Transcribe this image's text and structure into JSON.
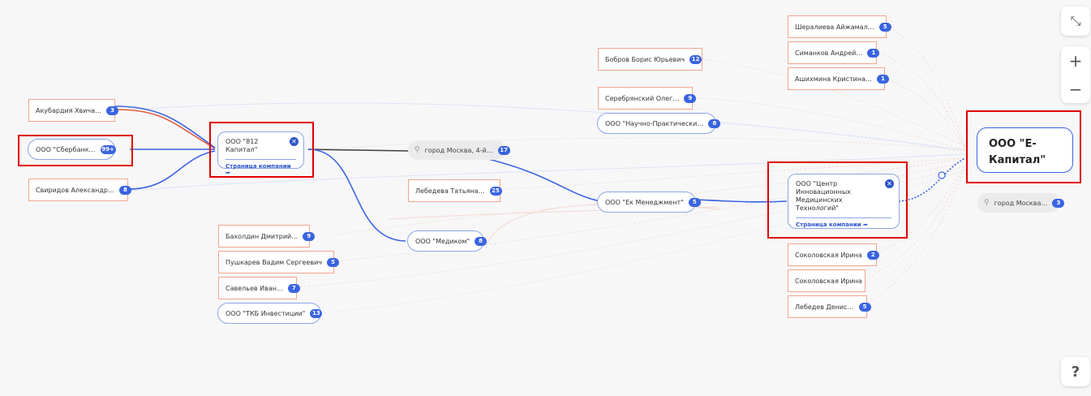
{
  "people_left": [
    {
      "label": "Акубардия Хвича…",
      "badge": "3"
    },
    {
      "label": "Свиридов Александр…",
      "badge": "8"
    }
  ],
  "sberbank": {
    "label": "ООО \"Сбербанк…",
    "badge": "99+"
  },
  "kapital812": {
    "title": "ООО \"812 Капитал\"",
    "link": "Страница компании"
  },
  "address_moscow": {
    "label": "город Москва, 4-й…",
    "badge": "17"
  },
  "lebedeva": {
    "label": "Лебедева Татьяна…",
    "badge": "25"
  },
  "medikom": {
    "label": "ООО \"Медиком\"",
    "badge": "8"
  },
  "people_lower": [
    {
      "label": "Бахолдин Дмитрий…",
      "badge": "9"
    },
    {
      "label": "Пушкарев Вадим Сергеевич",
      "badge": "5"
    },
    {
      "label": "Савельев Иван…",
      "badge": "7"
    }
  ],
  "tkb": {
    "label": "ООО \"ТКБ Инвестиции\"",
    "badge": "13"
  },
  "people_mid": [
    {
      "label": "Бобров Борис Юрьевич",
      "badge": "12"
    },
    {
      "label": "Серебрянский Олег…",
      "badge": "9"
    }
  ],
  "nauchno": {
    "label": "ООО \"Научно-Практически…",
    "badge": "8"
  },
  "ek_management": {
    "label": "ООО \"Ек Менеджмент\"",
    "badge": "5"
  },
  "center": {
    "title": "ООО \"Центр Инновационных Медицинских Технологий\"",
    "link": "Страница компании"
  },
  "people_right_top": [
    {
      "label": "Шералиева Айжамал…",
      "badge": "5"
    },
    {
      "label": "Симанков Андрей…",
      "badge": "1"
    },
    {
      "label": "Ашихмина Кристина…",
      "badge": "1"
    }
  ],
  "people_right_bottom": [
    {
      "label": "Соколовская Ирина",
      "badge": "2"
    },
    {
      "label": "Соколовская Ирина",
      "badge": ""
    },
    {
      "label": "Лебедев Денис…",
      "badge": "5"
    }
  ],
  "target": {
    "label": "ООО \"Е-Капитал\""
  },
  "address_moscow_right": {
    "label": "город Москва…",
    "badge": "3"
  },
  "controls": {
    "collapse": "⤡",
    "zoom_in": "+",
    "zoom_out": "−",
    "help": "?"
  },
  "colors": {
    "accent": "#3a64e0",
    "person_border": "#f4a48e",
    "highlight": "#e00000",
    "edge_red": "#e35b3c"
  }
}
